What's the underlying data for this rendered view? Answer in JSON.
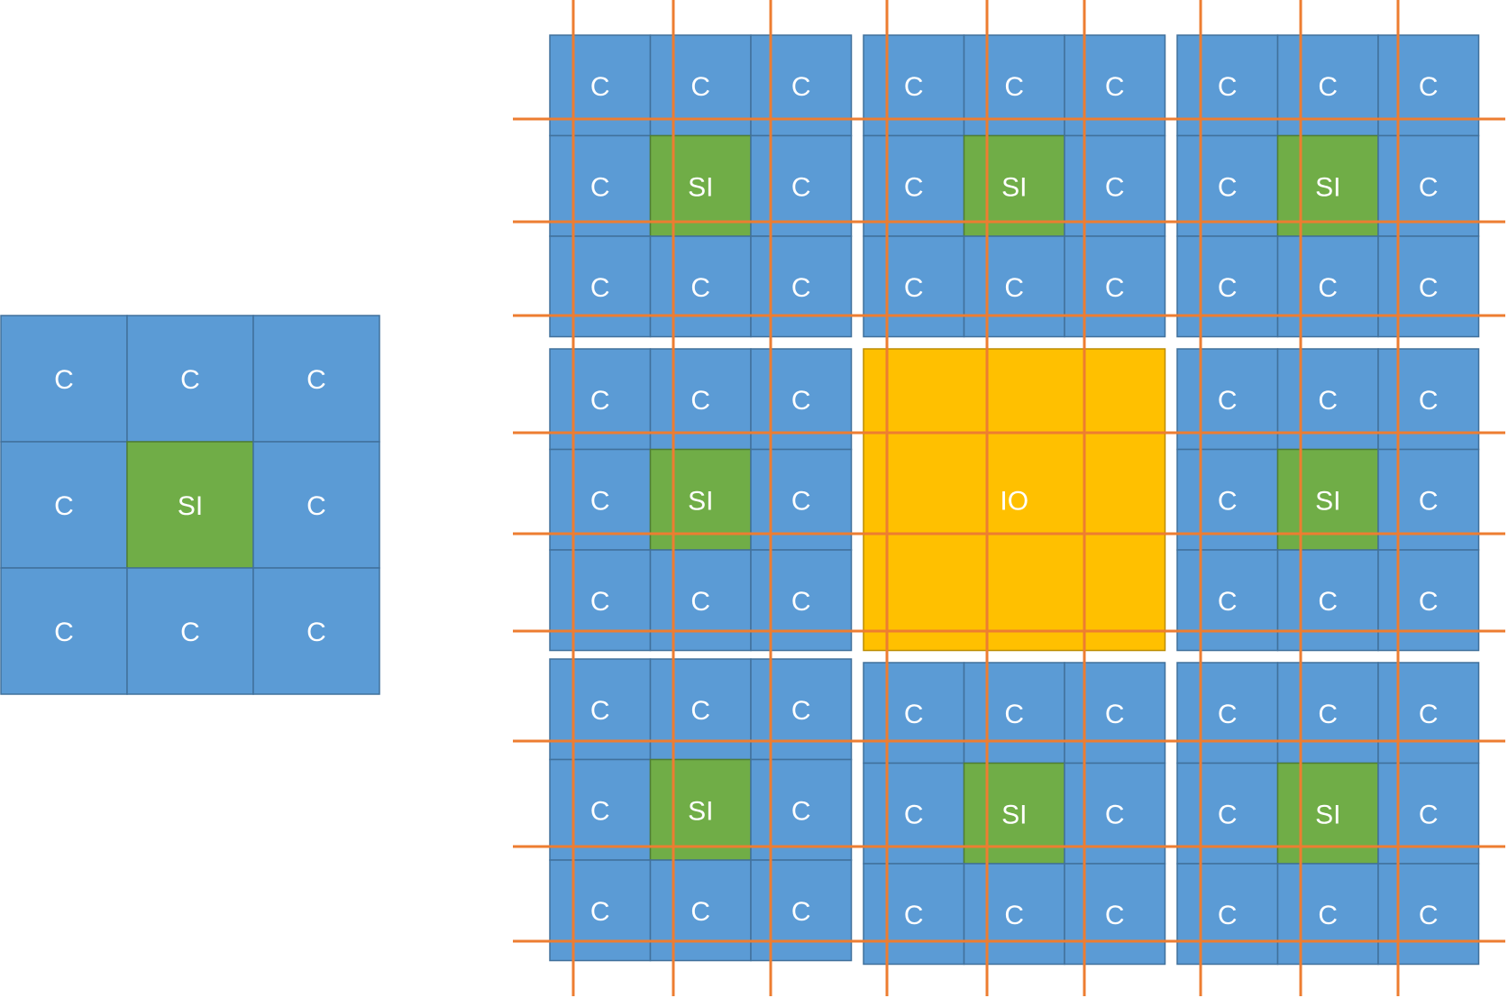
{
  "labels": {
    "core": "C",
    "si": "SI",
    "io": "IO"
  },
  "colors": {
    "core_fill": "#5B9BD5",
    "core_stroke": "#41719C",
    "si_fill": "#70AD47",
    "si_stroke": "#507E32",
    "io_fill": "#FFC000",
    "io_stroke": "#BC8C00",
    "bus_line": "#ED7D31",
    "label_text": "#FFFFFF"
  },
  "single_tile": {
    "grid": [
      [
        "C",
        "C",
        "C"
      ],
      [
        "C",
        "SI",
        "C"
      ],
      [
        "C",
        "C",
        "C"
      ]
    ]
  },
  "array": {
    "rows": 3,
    "cols": 3,
    "center_block": "IO",
    "tile_grid": [
      [
        "C",
        "C",
        "C"
      ],
      [
        "C",
        "SI",
        "C"
      ],
      [
        "C",
        "C",
        "C"
      ]
    ]
  }
}
